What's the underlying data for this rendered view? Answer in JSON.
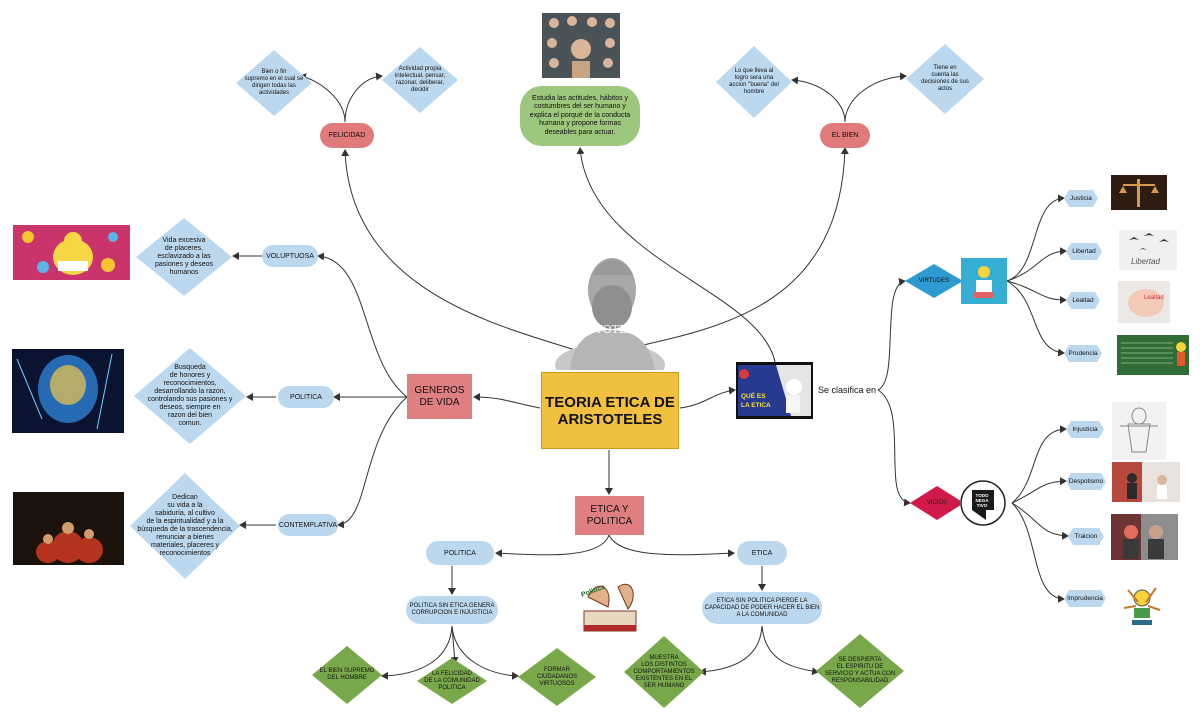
{
  "central": {
    "title": "TEORIA ETICA DE\nARISTOTELES"
  },
  "statue": {
    "inscription": "ΑΡΙΣΤΟΤΕΛΗΣ"
  },
  "definition": {
    "text": "Estudia las actitudes, hábitos y costumbres del ser humano y explica el porqué de la conducta humana y propone formas deseables para actuar."
  },
  "felicidad": {
    "label": "FELICIDAD",
    "def_left": "Bien o fin\nsupremo en el cual se\ndirigen todas las\nactividades",
    "def_right": "Actividad propia\nintelectual, pensar,\nrazonar, deliberar,\ndecidir"
  },
  "el_bien": {
    "label": "EL BIEN",
    "def_left": "Lo que lleva al\nlogro  sera una\naccion \"buena\" del\nhombre",
    "def_right": "Tiene en\ncuenta las\ndecisiones de sus\nactos"
  },
  "generos": {
    "label": "GENEROS\nDE VIDA",
    "items": [
      {
        "label": "VOLUPTUOSA",
        "desc": "Vida excesiva\nde placeres,\nesclavizado a las\npasiones y deseos\nhumanos"
      },
      {
        "label": "POLITICA",
        "desc": "Busqueda\nde honores y\nreconocimientos,\ndesarrollando la razon,\ncontrolando sus pasiones y\ndeseos, siempre en\nrazon del bien\ncomun."
      },
      {
        "label": "CONTEMPLATIVA",
        "desc": "Dedican\nsu vida a la\nsabiduría, al cultivo\nde la espiritualidad y a la\nbúsqueda de la trascendencia,\nrenunciar a bienes\nmateriales, placeres y\nreconocimientos"
      }
    ]
  },
  "etica_politica": {
    "label": "ETICA Y\nPOLITICA",
    "politica": {
      "label": "POLITICA",
      "sub": "POLITICA SIN ETICA GENERA\nCORRUPCION E INJUSTICIA",
      "outcomes": [
        "EL BIEN SUPREMO\nDEL HOMBRE",
        "LA FELICIDAD\nDE LA COMUNIDAD\nPOLITICA",
        "FORMAR\nCIUDADANOS\nVIRTUOSOS"
      ]
    },
    "etica": {
      "label": "ETICA",
      "sub": "ETICA SIN POLITICA  PIERDE  LA\nCAPACIDAD  DE PODER HACER EL BIEN\nA LA COMUNIDAD",
      "outcomes": [
        "MUESTRA\nLOS DISTINTOS\nCOMPORTAMIENTOS\nEXISTENTES EN EL\nSER HUMANO",
        "SE DESPIERTA\nEL ESPIRITU DE\nSERVICIO Y ACTUA CON\nRESPONSABILIDAD"
      ]
    }
  },
  "clasifica": {
    "label": "Se clasifica en",
    "video_text": "QUÉ ES\nLA ETICA"
  },
  "virtudes": {
    "label": "VIRTUDES",
    "items": [
      "Justicia",
      "Libertad",
      "Lealtad",
      "Prudencia"
    ]
  },
  "vicios": {
    "label": "VICIOS",
    "icon_text": "TODO\nNEGA\nTIVO",
    "items": [
      "Injusticia",
      "Despotismo",
      "Traicion",
      "Imprudencia"
    ]
  },
  "image_texts": {
    "libertad": "Libertad",
    "lealtad": "Lealtad",
    "politica_cartoon": "Politica"
  },
  "colors": {
    "central": "#f1c040",
    "red_box": "#e07f81",
    "blue": "#bcd8ef",
    "green": "#78a84a",
    "virtudes_diamond": "#2d9bd1",
    "vicios_diamond": "#d01a4a",
    "line": "#333333"
  }
}
